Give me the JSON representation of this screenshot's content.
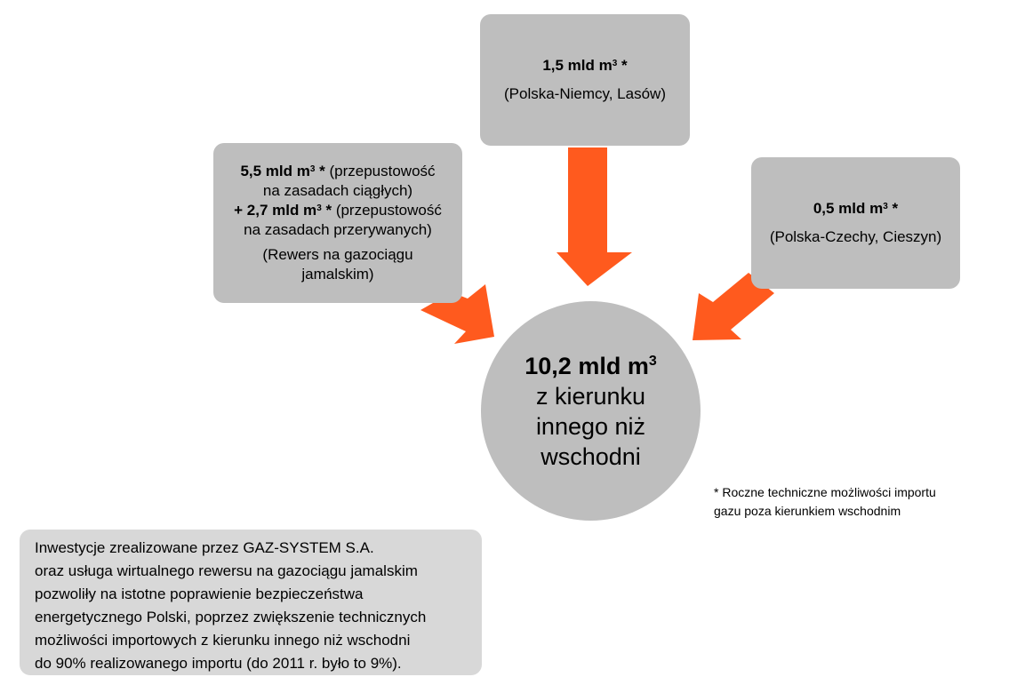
{
  "boxes": {
    "top": {
      "amount": "1,5 mld m",
      "sup": "3",
      "star": " *",
      "desc": "(Polska-Niemcy, Lasów)"
    },
    "left": {
      "amount1": "5,5 mld m",
      "sup1": "3",
      "star1": " *",
      "note1a": " (przepustowość",
      "note1b": "na zasadach ciągłych)",
      "amount2": "+ 2,7 mld m",
      "sup2": "3",
      "star2": " *",
      "note2a": " (przepustowość",
      "note2b": "na zasadach przerywanych)",
      "desc1": "(Rewers na gazociągu",
      "desc2": "jamalskim)"
    },
    "right": {
      "amount": "0,5 mld m",
      "sup": "3",
      "star": " *",
      "desc": "(Polska-Czechy, Cieszyn)"
    }
  },
  "center": {
    "amount": "10,2 mld m",
    "sup": "3",
    "line2": "z kierunku",
    "line3": "innego niż",
    "line4": "wschodni"
  },
  "footnote": {
    "line1": "* Roczne techniczne możliwości importu",
    "line2": "gazu poza kierunkiem wschodnim"
  },
  "info": {
    "lines": [
      "Inwestycje zrealizowane przez GAZ-SYSTEM S.A.",
      "oraz usługa wirtualnego rewersu na gazociągu jamalskim",
      "pozwoliły na istotne poprawienie bezpieczeństwa",
      "energetycznego Polski, poprzez zwiększenie technicznych",
      "możliwości importowych z kierunku innego niż wschodni",
      "do 90% realizowanego importu (do 2011 r. było to 9%)."
    ]
  },
  "colors": {
    "box": "#bebebe",
    "info_box": "#d8d8d8",
    "arrow": "#ff5a1e"
  }
}
